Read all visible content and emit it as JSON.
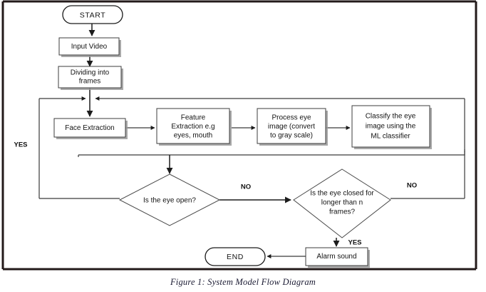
{
  "figure": {
    "caption": "Figure 1: System Model Flow Diagram",
    "border_color": "#231a1a",
    "node_stroke_color": "#3c3c3c",
    "text_color": "#131313"
  },
  "nodes": {
    "start": {
      "label": "START",
      "shape": "terminator"
    },
    "input_video": {
      "label": "Input Video",
      "shape": "process"
    },
    "dividing_frames": {
      "line1": "Dividing into",
      "line2": "frames",
      "shape": "process"
    },
    "face_extraction": {
      "label": "Face Extraction",
      "shape": "process"
    },
    "feature_extraction": {
      "line1": "Feature",
      "line2": "Extraction e.g",
      "line3": "eyes, mouth",
      "shape": "process"
    },
    "process_eye": {
      "line1": "Process eye",
      "line2": "image (convert",
      "line3": "to gray scale)",
      "shape": "process"
    },
    "classify_eye": {
      "line1": "Classify the eye",
      "line2": "image using the",
      "line3": "ML classifier",
      "shape": "process"
    },
    "eye_open": {
      "label": "Is the eye open?",
      "shape": "decision"
    },
    "eye_closed": {
      "line1": "Is the eye closed for",
      "line2": "longer than n",
      "line3": "frames?",
      "shape": "decision"
    },
    "alarm_sound": {
      "label": "Alarm sound",
      "shape": "process"
    },
    "end": {
      "label": "END",
      "shape": "terminator"
    }
  },
  "edge_labels": {
    "yes_left_loop": "YES",
    "no_first_decision": "NO",
    "no_second_decision": "NO",
    "yes_second_decision": "YES"
  }
}
